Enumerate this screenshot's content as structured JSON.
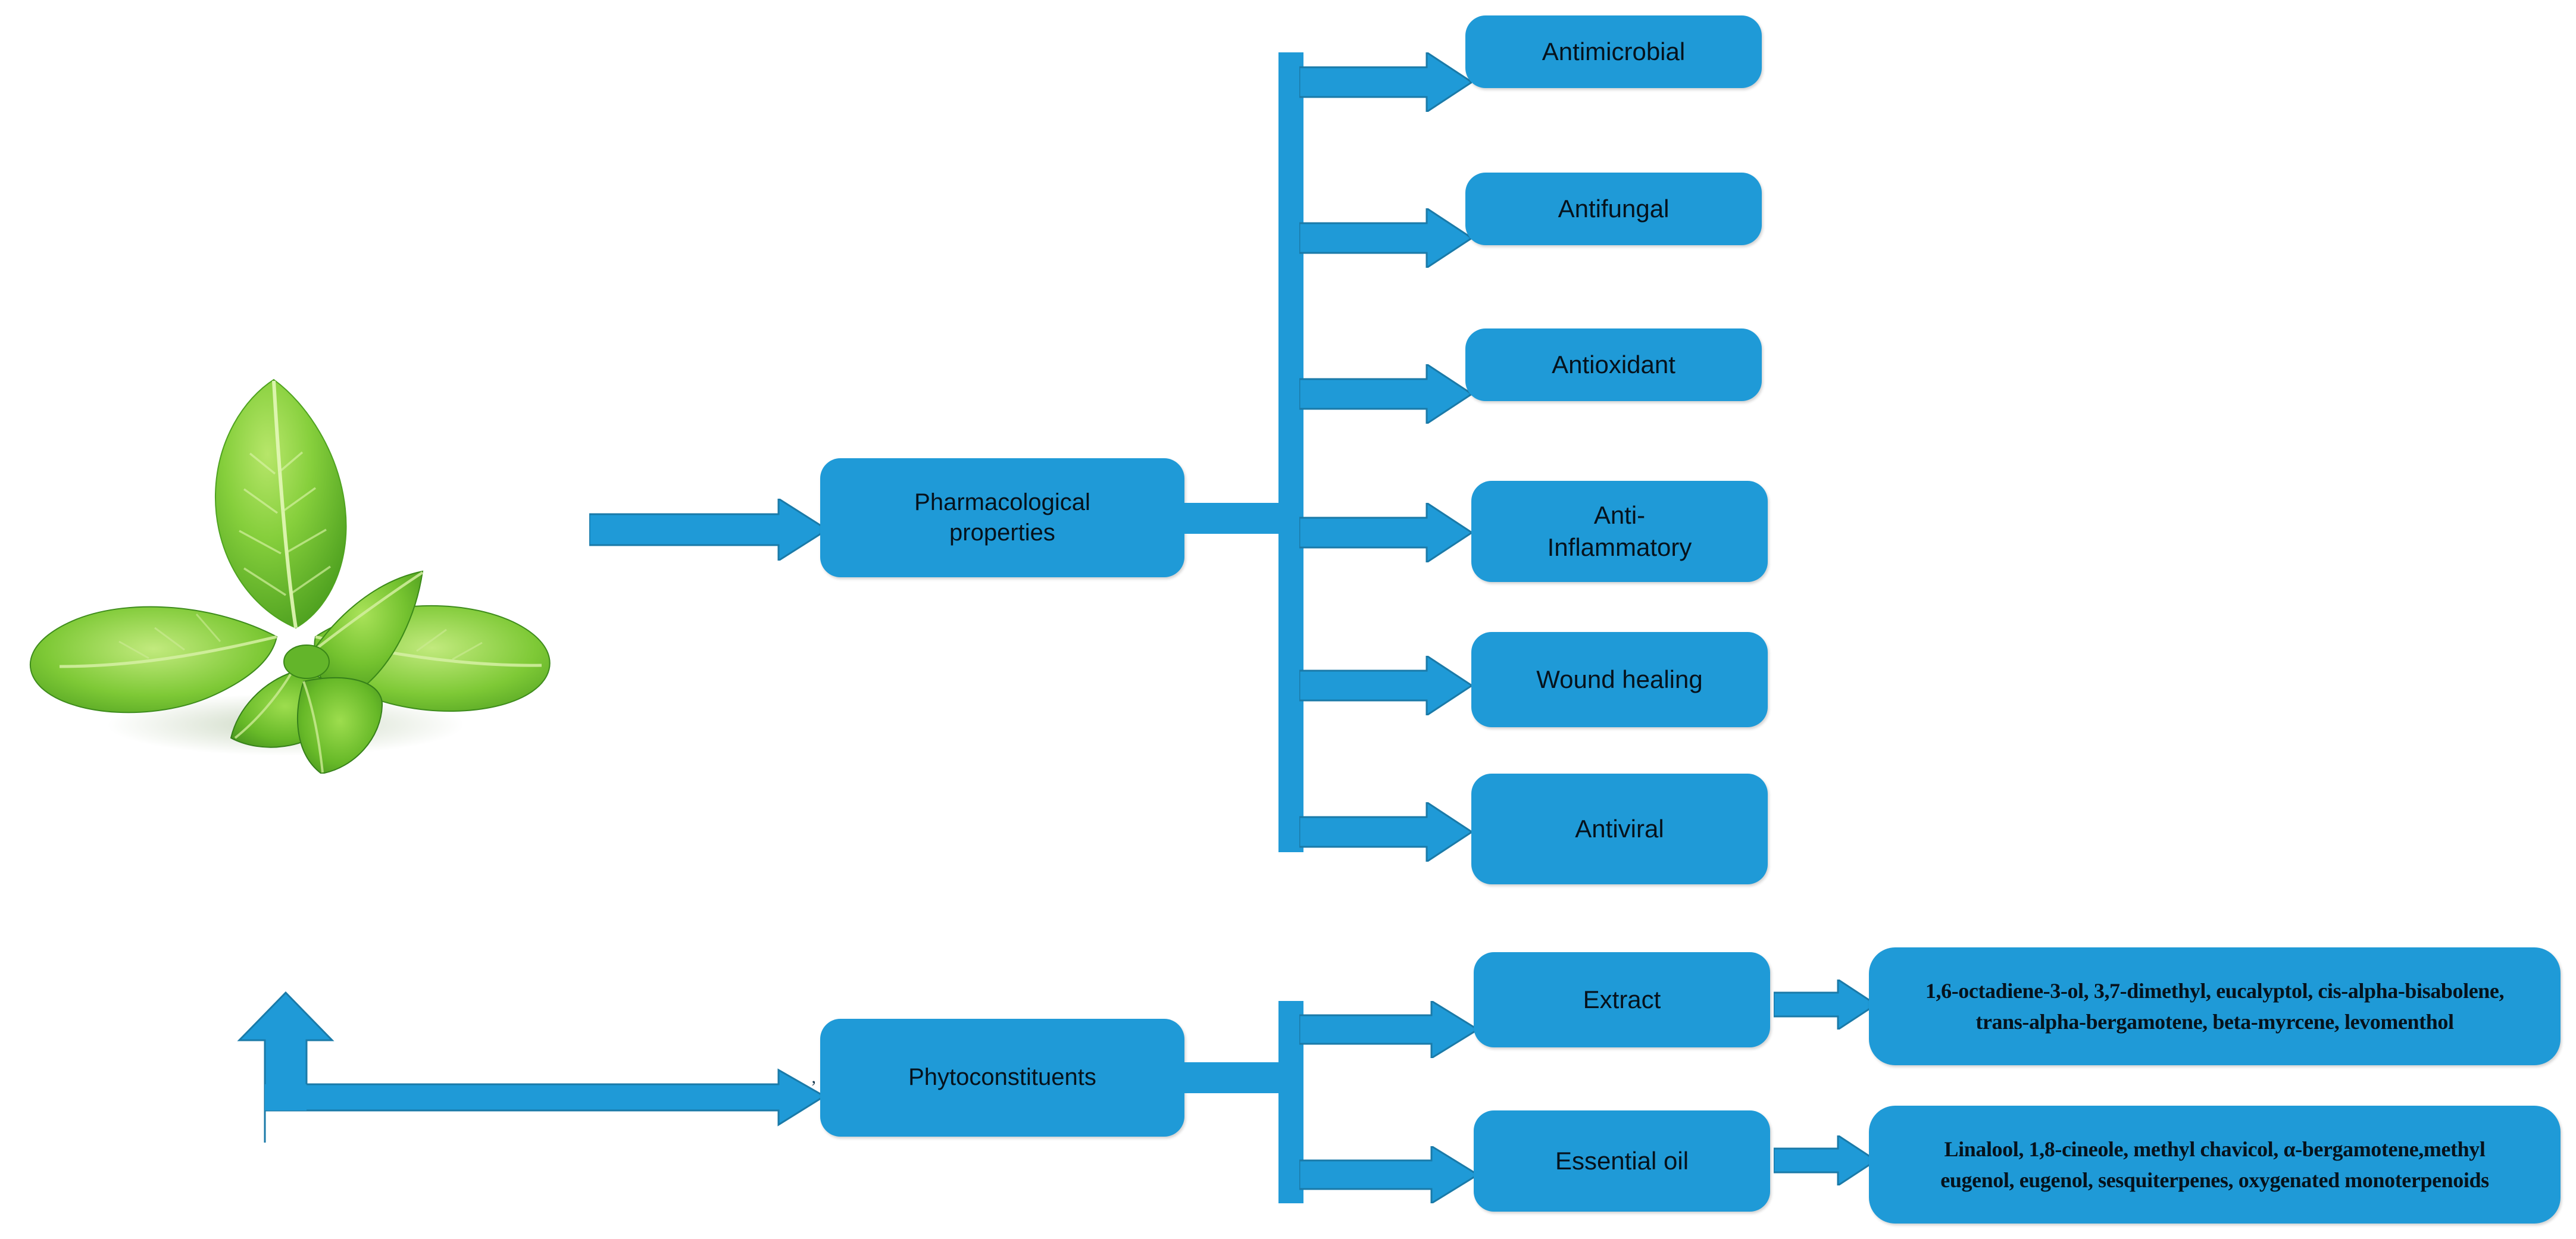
{
  "diagram": {
    "title_semantic": "Basil (Ocimum) pharmacological properties and phytoconstituents flowchart",
    "accent_color": "#1f9ad7",
    "text_color": "#06121c",
    "background": "#ffffff",
    "plant_image": {
      "name": "basil-leaves-photo",
      "alt": "Fresh green basil leaves sprig"
    },
    "branches": [
      {
        "id": "pharmacological",
        "label": "Pharmacological\nproperties",
        "label_line1": "Pharmacological",
        "label_line2": "properties",
        "children": [
          {
            "id": "antimicrobial",
            "label": "Antimicrobial"
          },
          {
            "id": "antifungal",
            "label": "Antifungal"
          },
          {
            "id": "antioxidant",
            "label": "Antioxidant"
          },
          {
            "id": "anti-inflammatory",
            "label_line1": "Anti-",
            "label_line2": "Inflammatory"
          },
          {
            "id": "wound-healing",
            "label": "Wound healing"
          },
          {
            "id": "antiviral",
            "label": "Antiviral"
          }
        ]
      },
      {
        "id": "phytoconstituents",
        "label": "Phytoconstituents",
        "children": [
          {
            "id": "extract",
            "label": "Extract",
            "detail_line1": "1,6-octadiene-3-ol, 3,7-dimethyl, eucalyptol, cis-alpha-bisabolene,",
            "detail_line2": "trans-alpha-bergamotene, beta-myrcene, levomenthol"
          },
          {
            "id": "essential-oil",
            "label": "Essential oil",
            "detail_line1": "Linalool, 1,8-cineole, methyl chavicol, α-bergamotene,methyl",
            "detail_line2": "eugenol, eugenol, sesquiterpenes, oxygenated monoterpenoids"
          }
        ]
      }
    ],
    "stray_mark": "’"
  }
}
